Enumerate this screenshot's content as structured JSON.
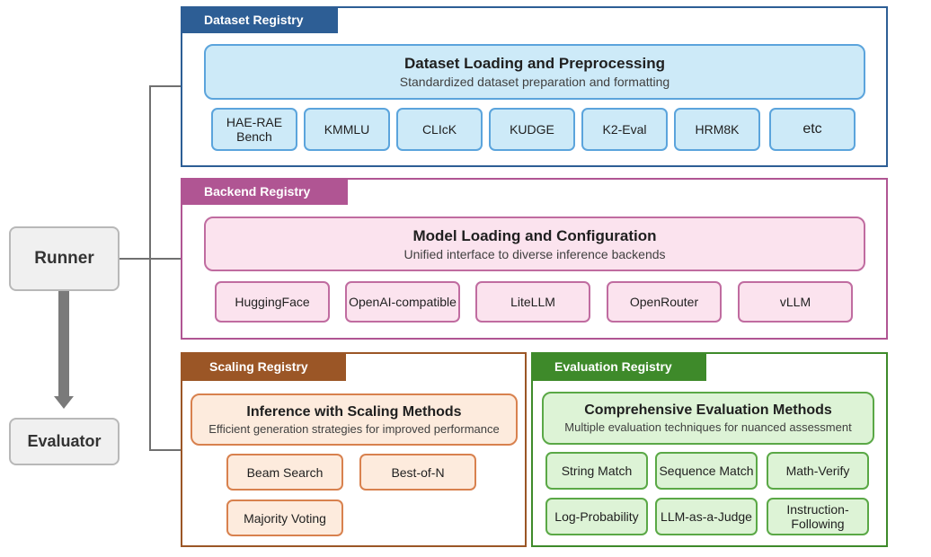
{
  "runner": {
    "label": "Runner"
  },
  "evaluator": {
    "label": "Evaluator"
  },
  "dataset": {
    "tab": "Dataset Registry",
    "title": "Dataset Loading and Preprocessing",
    "subtitle": "Standardized dataset preparation and formatting",
    "items": [
      "HAE-RAE Bench",
      "KMMLU",
      "CLIcK",
      "KUDGE",
      "K2-Eval",
      "HRM8K",
      "etc"
    ]
  },
  "backend": {
    "tab": "Backend Registry",
    "title": "Model Loading and Configuration",
    "subtitle": "Unified interface to diverse inference backends",
    "items": [
      "HuggingFace",
      "OpenAI-compatible",
      "LiteLLM",
      "OpenRouter",
      "vLLM"
    ]
  },
  "scaling": {
    "tab": "Scaling Registry",
    "title": "Inference with Scaling Methods",
    "subtitle": "Efficient generation strategies for improved performance",
    "items": [
      "Beam Search",
      "Best-of-N",
      "Majority Voting"
    ]
  },
  "evaluation": {
    "tab": "Evaluation Registry",
    "title": "Comprehensive Evaluation Methods",
    "subtitle": "Multiple evaluation techniques for nuanced assessment",
    "items": [
      "String Match",
      "Sequence Match",
      "Math-Verify",
      "Log-Probability",
      "LLM-as-a-Judge",
      "Instruction-Following"
    ]
  }
}
